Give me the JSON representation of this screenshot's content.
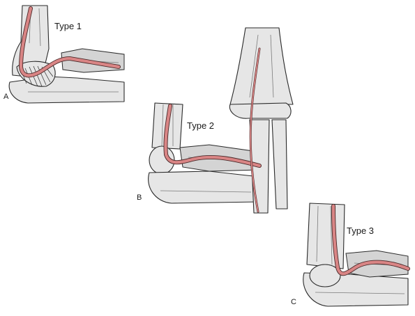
{
  "panels": [
    {
      "letter": "A",
      "type_label": "Type 1"
    },
    {
      "letter": "B",
      "type_label": "Type 2"
    },
    {
      "letter": "C",
      "type_label": "Type 3"
    }
  ],
  "colors": {
    "nerve": "#d98585",
    "bone": "#e6e6e6",
    "outline": "#2a2a2a"
  }
}
